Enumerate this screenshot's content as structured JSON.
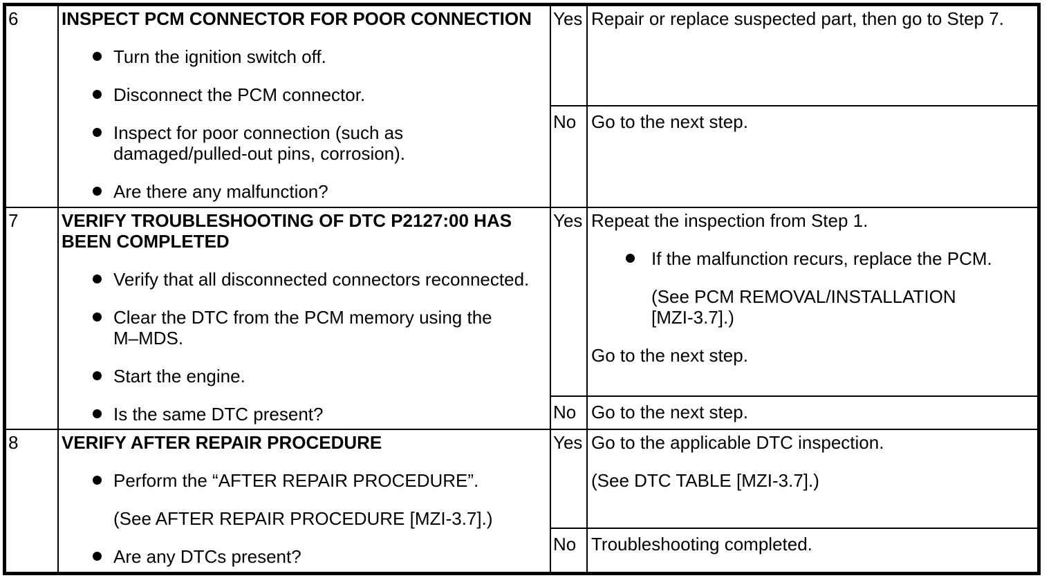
{
  "table": {
    "yes_label": "Yes",
    "no_label": "No",
    "steps": [
      {
        "number": "6",
        "title": "INSPECT PCM CONNECTOR FOR POOR CONNECTION",
        "bullets": [
          "Turn the ignition switch off.",
          "Disconnect the PCM connector.",
          "Inspect for poor connection (such as\ndamaged/pulled-out pins, corrosion).",
          "Are there any malfunction?"
        ],
        "yes_action": "Repair or replace suspected part, then go to Step 7.",
        "no_action": "Go to the next step."
      },
      {
        "number": "7",
        "title": "VERIFY TROUBLESHOOTING OF DTC P2127:00 HAS\nBEEN COMPLETED",
        "bullets": [
          "Verify that all disconnected connectors reconnected.",
          "Clear the DTC from the PCM memory using the\nM–MDS.",
          "Start the engine.",
          "Is the same DTC present?"
        ],
        "yes_action_intro": "Repeat the inspection from Step 1.",
        "yes_action_bullet": "If the malfunction recurs, replace the PCM.",
        "yes_action_reference": "(See PCM REMOVAL/INSTALLATION\n[MZI-3.7].)",
        "yes_action_outro": "Go to the next step.",
        "no_action": "Go to the next step."
      },
      {
        "number": "8",
        "title": "VERIFY AFTER REPAIR PROCEDURE",
        "bullet_perform": "Perform the “AFTER REPAIR PROCEDURE”.",
        "reference": "(See AFTER REPAIR PROCEDURE [MZI-3.7].)",
        "bullet_question": "Are any DTCs present?",
        "yes_action_intro": "Go to the applicable DTC inspection.",
        "yes_action_reference": "(See DTC TABLE [MZI-3.7].)",
        "no_action": "Troubleshooting completed."
      }
    ]
  }
}
